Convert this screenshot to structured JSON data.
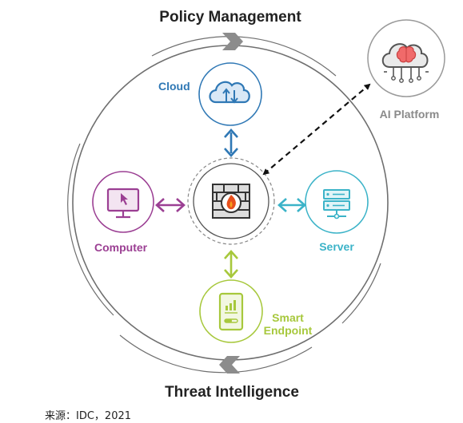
{
  "diagram": {
    "top_title": "Policy Management",
    "bottom_title": "Threat Intelligence",
    "nodes": {
      "cloud": {
        "label": "Cloud",
        "color": "#2f78b5"
      },
      "computer": {
        "label": "Computer",
        "color": "#9b3f93"
      },
      "server": {
        "label": "Server",
        "color": "#3bb3c8"
      },
      "endpoint": {
        "label_line1": "Smart",
        "label_line2": "Endpoint",
        "color": "#a7c83c"
      },
      "ai_platform": {
        "label": "AI Platform",
        "color": "#8a8a8a"
      },
      "firewall": {
        "icon": "firewall-icon",
        "flame_color": "#e8501c"
      }
    },
    "colors": {
      "ring": "#777777",
      "chevron": "#8c8c8c",
      "title": "#222222",
      "dashed_arrow": "#111111"
    }
  },
  "source": "来源：IDC，2021"
}
